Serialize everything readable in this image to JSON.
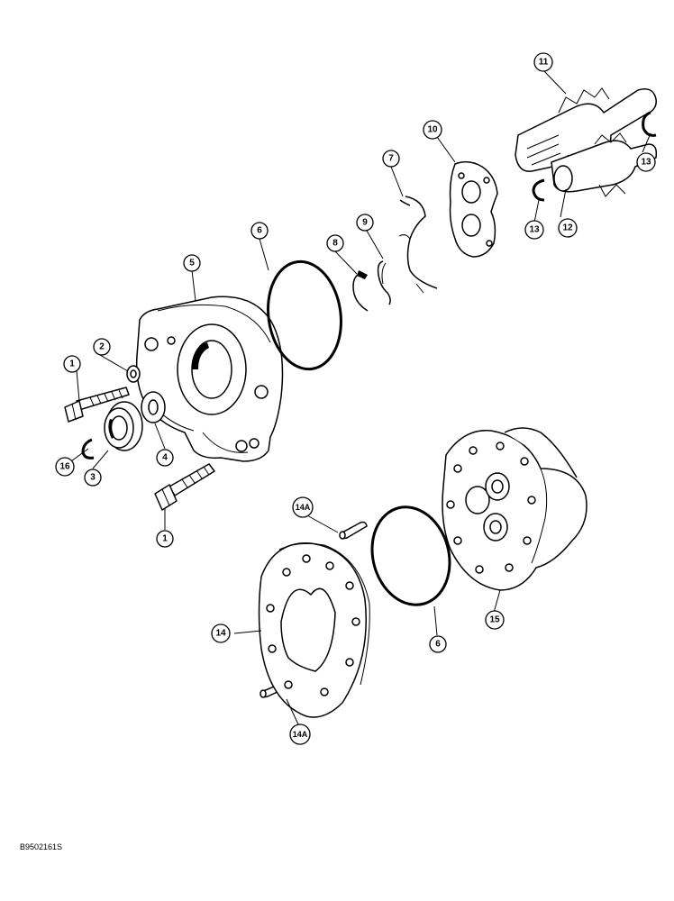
{
  "figure_id": "B9502161S",
  "callouts": {
    "c1a": "1",
    "c2": "2",
    "c3": "3",
    "c4": "4",
    "c5": "5",
    "c6a": "6",
    "c7": "7",
    "c8": "8",
    "c9": "9",
    "c10": "10",
    "c11": "11",
    "c12": "12",
    "c13a": "13",
    "c13b": "13",
    "c14": "14",
    "c14a_top": "14A",
    "c14a_bot": "14A",
    "c15": "15",
    "c16": "16",
    "c1b": "1",
    "c6b": "6"
  }
}
